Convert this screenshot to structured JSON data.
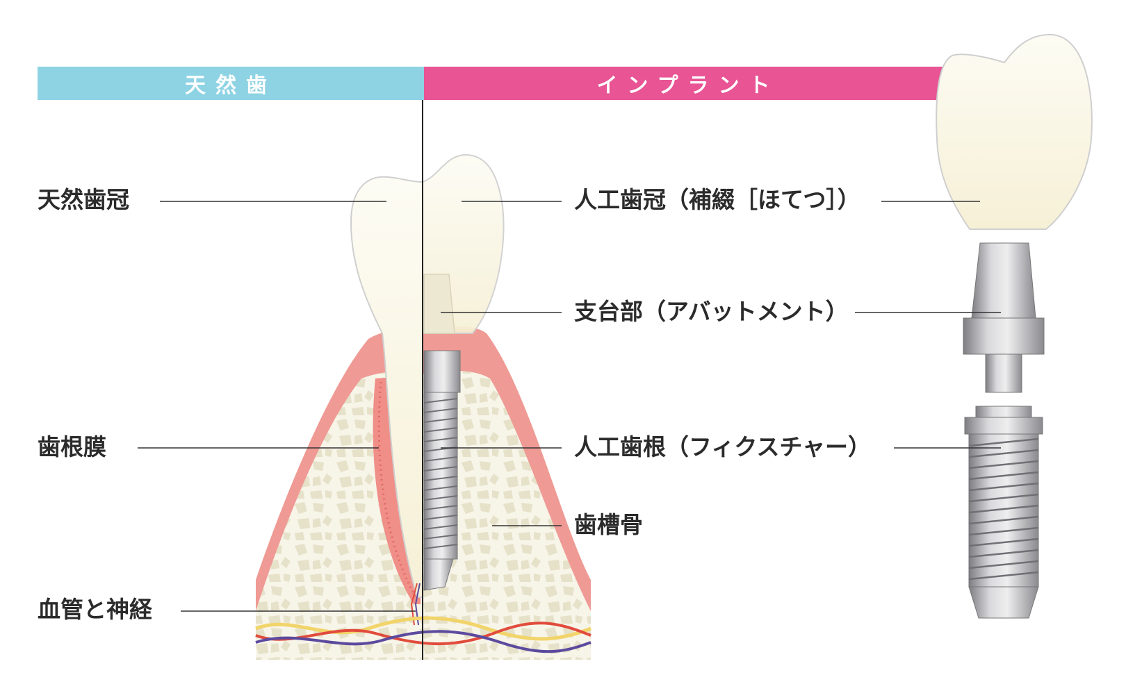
{
  "headers": {
    "natural": "天然歯",
    "implant": "インプラント"
  },
  "labels": {
    "natural_crown": "天然歯冠",
    "periodontal_ligament": "歯根膜",
    "vessels_nerves": "血管と神経",
    "artificial_crown": "人工歯冠（補綴［ほてつ］）",
    "abutment": "支台部（アバットメント）",
    "fixture": "人工歯根（フィクスチャー）",
    "alveolar_bone": "歯槽骨"
  },
  "colors": {
    "natural_banner": "#8ed3e3",
    "implant_banner": "#e85494",
    "gum": "#ef9a94",
    "bone": "#f3f0e2",
    "tooth": "#fbf8ea",
    "metal": "#b9b9bd",
    "artery": "#e14b3c",
    "vein": "#5b4a9e",
    "nerve": "#f1d46a"
  }
}
